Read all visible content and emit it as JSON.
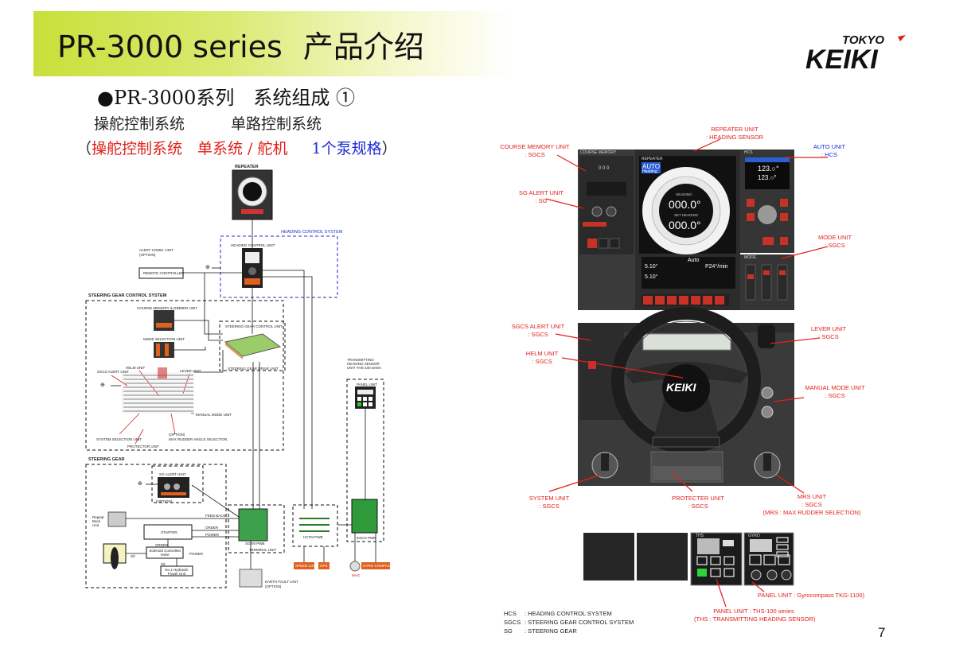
{
  "header": {
    "title_en": "PR-3000 series",
    "title_cn": "产品介绍",
    "logo_small": "TOKYO",
    "logo_big": "KEIKI"
  },
  "subtitle": {
    "line1": "●PR-3000系列　系统组成 ①",
    "line2_a": "操舵控制系统",
    "line2_b": "单路控制系统",
    "line3_open": "（",
    "line3_red": "操舵控制系统　单系统 / 舵机",
    "line3_blue": "1个泵规格",
    "line3_close": "）"
  },
  "left_diagram": {
    "repeater": "REPEATER",
    "heading_control_system": "HEADING CONTROL SYSTEM",
    "heading_control_unit": "HEADING CONTROL UNIT",
    "alert_comm_unit": "ALERT COMM. UNIT",
    "option": "(OPTION)",
    "remote_controller": "REMOTE CONTROLLER",
    "steering_gear_control_system": "STEERING GEAR CONTROL SYSTEM",
    "course_memory_unit": "COURSE MEMORY & DIMMER UNIT",
    "mode_selection_unit": "MODE SELECTION UNIT",
    "helm_unit": "HELM UNIT",
    "sgcs_alert_unit": "SGCS ALERT UNIT",
    "lever_unit": "LEVER UNIT",
    "manual_mode_unit": "MANUAL MODE UNIT",
    "system_selection_unit": "SYSTEM SELECTION UNIT",
    "max_rudder": "MAX RUDDER ANGLE SELECTION",
    "protector_unit": "PROTECTOR UNIT",
    "sgcu": "STEERING GEAR CONTROL UNIT",
    "sgdu": "STEERING GEAR DRIVE UNIT",
    "transmitting_sensor": "TRANSMITTING HEADING SENSOR UNIT THS-100 series",
    "panel_unit": "PANEL UNIT",
    "steering_gear": "STEERING GEAR",
    "sg_alert_unit": "SG ALERT UNIT",
    "feed_back": "FEED BACK",
    "order": "ORDER",
    "power": "POWER",
    "starter": "STARTER",
    "solenoid": "Solenoid Controlled Valve",
    "oil": "Oil",
    "pump_unit": "No.1 Hydraulic Power Unit",
    "repeat_back": "Repeat Back Unit",
    "terminal_unit": "TERMINAL UNIT",
    "sgtm_pwb": "SGTM PWB",
    "hctm_pwb": "HCTM PWB",
    "esco_pwb": "ESCO PWB",
    "speed_log": "SPEED LOG",
    "gps": "GPS",
    "gyro": "GYRO COMPASS",
    "mag": "MAG",
    "earth_fault_unit": "EARTH FAULT UNIT",
    "earth_fault_option": "(OPTION)"
  },
  "right_labels": {
    "repeater_unit": [
      "REPEATER UNIT",
      ": HEADING SENSOR"
    ],
    "course_memory_unit": [
      "COURSE MEMORY UNIT",
      ": SGCS"
    ],
    "auto_unit": [
      "AUTO UNIT",
      ": HCS"
    ],
    "sg_alert_unit": [
      "SG ALERT UNIT",
      ": SG"
    ],
    "mode_unit": [
      "MODE UNIT",
      ": SGCS"
    ],
    "sgcs_alert_unit": [
      "SGCS ALERT UNIT",
      ": SGCS"
    ],
    "lever_unit": [
      "LEVER UNIT",
      ": SGCS"
    ],
    "helm_unit": [
      "HELM UNIT",
      ": SGCS"
    ],
    "manual_mode_unit": [
      "MANUAL MODE UNIT",
      ": SGCS"
    ],
    "system_unit": [
      "SYSTEM UNIT",
      ": SGCS"
    ],
    "protecter_unit": [
      "PROTECTER UNIT",
      ": SGCS"
    ],
    "mrs_unit": [
      "MRS UNIT",
      ": SGCS",
      "(MRS : MAX RUDDER SELECTION)"
    ],
    "panel_unit_gyro": "PANEL UNIT : Gyrocompass TKG-1100)",
    "panel_unit_ths": [
      "PANEL UNIT : THS-100 series",
      "(THS : TRANSMITTING HEADING SENSOR)"
    ]
  },
  "console": {
    "course_memory": "COURSE MEMORY",
    "repeater": "REPEATER",
    "hcs": "HCS",
    "auto": "AUTO",
    "heading_word": "Heading",
    "heading_label": "HEADING",
    "heading_value": "000.0°",
    "set_heading_label": "SET HEADING",
    "set_heading_value": "000.0°",
    "hcs_value1": "123.○°",
    "hcs_value2": "123.○°",
    "course_digits": "0 0 0",
    "mode": "MODE",
    "rudder_a": "5.10°",
    "rudder_b": "5.10°",
    "auto_small": "Auto",
    "p24": "P24°/min",
    "logo": "KEIKI",
    "ths": "THS",
    "gyro": "GYRO"
  },
  "legend": [
    {
      "abbr": "HCS",
      "desc": ": HEADING CONTROL SYSTEM"
    },
    {
      "abbr": "SGCS",
      "desc": ": STEERING GEAR CONTROL SYSTEM"
    },
    {
      "abbr": "SG",
      "desc": ": STEERING GEAR"
    }
  ],
  "page_number": "7"
}
